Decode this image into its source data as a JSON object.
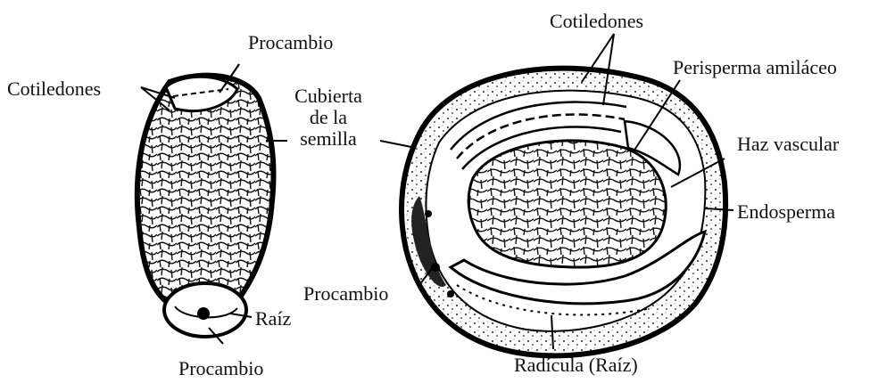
{
  "figure": {
    "left_seed": {
      "labels": {
        "procambio_top": "Procambio",
        "cotiledones": "Cotiledones",
        "cubierta_line1": "Cubierta",
        "cubierta_line2": "de la",
        "cubierta_line3": "semilla",
        "raiz": "Raíz",
        "procambio_bottom": "Procambio"
      }
    },
    "right_seed": {
      "labels": {
        "cotiledones": "Cotiledones",
        "perisperma": "Perisperma amiláceo",
        "haz_vascular": "Haz vascular",
        "endosperma": "Endosperma",
        "procambio": "Procambio",
        "radicula": "Radícula (Raíz)"
      }
    }
  }
}
